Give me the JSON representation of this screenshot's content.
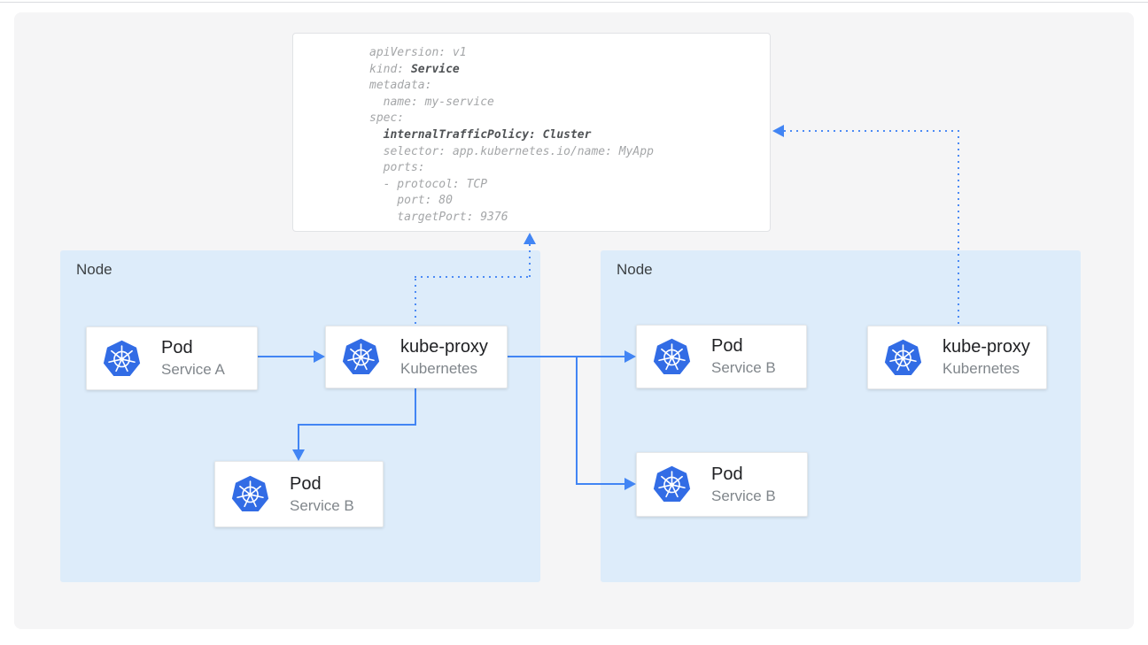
{
  "figure": {
    "kind": "kubernetes-service-internal-traffic-policy-diagram",
    "colors": {
      "canvas_background": "#f5f5f6",
      "node_fill": "#ddecfa",
      "arrow_blue": "#4285f4",
      "dotted_blue": "#4c8bf5",
      "kubernetes_blue": "#326ce5",
      "card_background": "#ffffff"
    }
  },
  "yaml_box": {
    "lines": [
      [
        {
          "t": "apiVersion: v1"
        }
      ],
      [
        {
          "t": "kind: "
        },
        {
          "t": "Service",
          "b": true
        }
      ],
      [
        {
          "t": "metadata:"
        }
      ],
      [
        {
          "t": "  name: my-service"
        }
      ],
      [
        {
          "t": "spec:"
        }
      ],
      [
        {
          "t": "  "
        },
        {
          "t": "internalTrafficPolicy: Cluster",
          "b": true
        }
      ],
      [
        {
          "t": "  selector: app.kubernetes.io/name: MyApp"
        }
      ],
      [
        {
          "t": "  ports:"
        }
      ],
      [
        {
          "t": "  - protocol: TCP"
        }
      ],
      [
        {
          "t": "    port: 80"
        }
      ],
      [
        {
          "t": "    targetPort: 9376"
        }
      ]
    ]
  },
  "nodes": [
    {
      "label": "Node"
    },
    {
      "label": "Node"
    }
  ],
  "cards": [
    {
      "id": "pod-service-a",
      "icon": "kubernetes-icon",
      "title": "Pod",
      "subtitle": "Service A"
    },
    {
      "id": "kube-proxy-left",
      "icon": "kubernetes-icon",
      "title": "kube-proxy",
      "subtitle": "Kubernetes"
    },
    {
      "id": "pod-service-b-right-top",
      "icon": "kubernetes-icon",
      "title": "Pod",
      "subtitle": "Service B"
    },
    {
      "id": "pod-service-b-right-bottom",
      "icon": "kubernetes-icon",
      "title": "Pod",
      "subtitle": "Service B"
    },
    {
      "id": "pod-service-b-left",
      "icon": "kubernetes-icon",
      "title": "Pod",
      "subtitle": "Service B"
    },
    {
      "id": "kube-proxy-right",
      "icon": "kubernetes-icon",
      "title": "kube-proxy",
      "subtitle": "Kubernetes"
    }
  ]
}
